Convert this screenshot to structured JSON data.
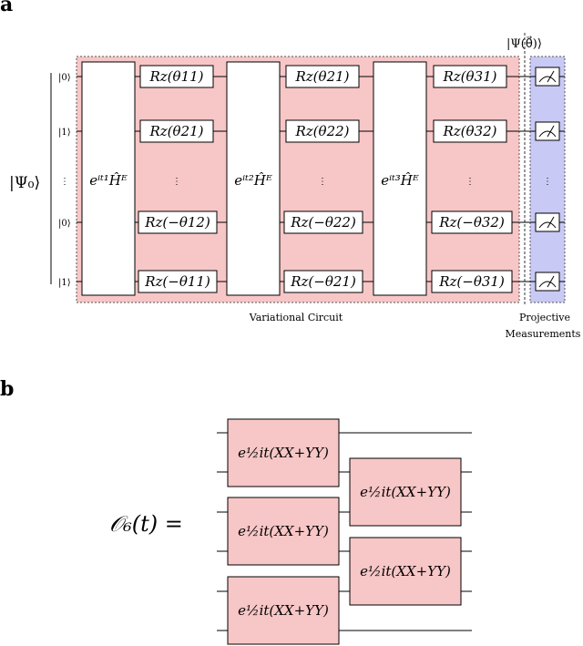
{
  "panel_a": {
    "label": "a",
    "input_state": "|Ψ₀⟩",
    "output_state": "|Ψ(θ⃗)⟩",
    "qubit_labels": [
      "|0⟩",
      "|1⟩",
      "⋮",
      "|0⟩",
      "|1⟩"
    ],
    "evolution_gates": [
      "eⁱᵗ¹Ĥᴱ",
      "eⁱᵗ²Ĥᴱ",
      "eⁱᵗ³Ĥᴱ"
    ],
    "rz_columns": [
      [
        "Rz(θ11)",
        "Rz(θ21)",
        "⋮",
        "Rz(−θ12)",
        "Rz(−θ11)"
      ],
      [
        "Rz(θ21)",
        "Rz(θ22)",
        "⋮",
        "Rz(−θ22)",
        "Rz(−θ21)"
      ],
      [
        "Rz(θ31)",
        "Rz(θ32)",
        "⋮",
        "Rz(−θ32)",
        "Rz(−θ31)"
      ]
    ],
    "variational_label": "Variational Circuit",
    "measurement_label_1": "Projective",
    "measurement_label_2": "Measurements",
    "colors": {
      "variational_fill": "#f7c6c6",
      "measurement_fill": "#c9c9f5"
    }
  },
  "panel_b": {
    "label": "b",
    "operator": "𝒪₆(t) =",
    "gate_text": "e½it(XX+YY)",
    "gate_fill": "#f7c6c6"
  }
}
